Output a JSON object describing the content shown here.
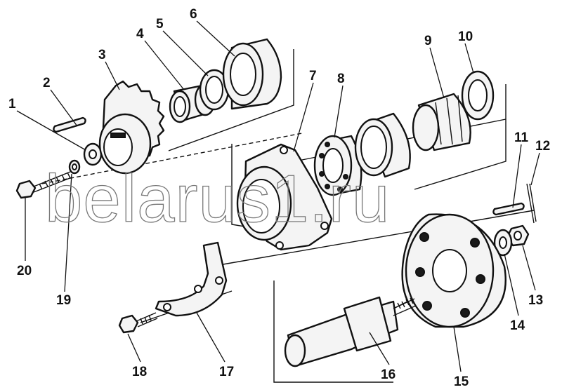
{
  "watermark": "belarus1.ru",
  "labels": {
    "p1": "1",
    "p2": "2",
    "p3": "3",
    "p4": "4",
    "p5": "5",
    "p6": "6",
    "p7": "7",
    "p8": "8",
    "p9": "9",
    "p10": "10",
    "p11": "11",
    "p12": "12",
    "p13": "13",
    "p14": "14",
    "p15": "15",
    "p16": "16",
    "p17": "17",
    "p18": "18",
    "p19": "19",
    "p20": "20"
  }
}
